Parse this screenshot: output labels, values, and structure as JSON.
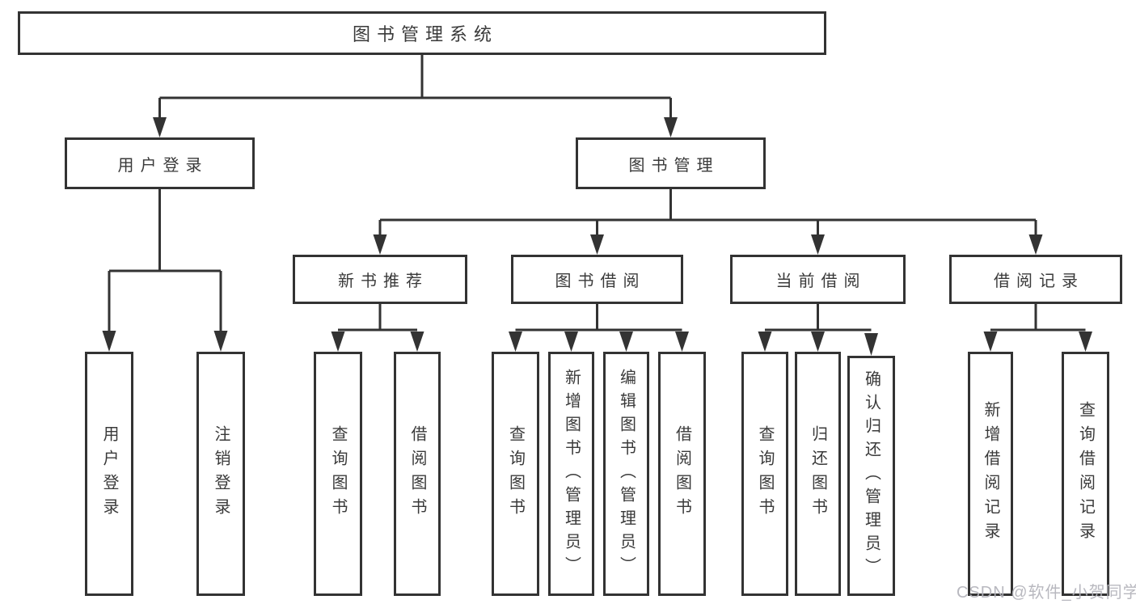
{
  "diagram_title": "图书管理系统",
  "tree": {
    "label": "图书管理系统",
    "children": [
      {
        "label": "用户登录",
        "children": [
          {
            "label": "用户登录"
          },
          {
            "label": "注销登录"
          }
        ]
      },
      {
        "label": "图书管理",
        "children": [
          {
            "label": "新书推荐",
            "children": [
              {
                "label": "查询图书"
              },
              {
                "label": "借阅图书"
              }
            ]
          },
          {
            "label": "图书借阅",
            "children": [
              {
                "label": "查询图书"
              },
              {
                "label": "新增图书（管理员）"
              },
              {
                "label": "编辑图书（管理员）"
              },
              {
                "label": "借阅图书"
              }
            ]
          },
          {
            "label": "当前借阅",
            "children": [
              {
                "label": "查询图书"
              },
              {
                "label": "归还图书"
              },
              {
                "label": "确认归还（管理员）"
              }
            ]
          },
          {
            "label": "借阅记录",
            "children": [
              {
                "label": "新增借阅记录"
              },
              {
                "label": "查询借阅记录"
              }
            ]
          }
        ]
      }
    ]
  },
  "watermark": {
    "text": "CSDN @软件_小贺同学"
  },
  "colors": {
    "line": "#333333",
    "box_border": "#333333",
    "text": "#3a3a3a",
    "background": "#ffffff",
    "watermark_text": "#b2b2ba"
  }
}
